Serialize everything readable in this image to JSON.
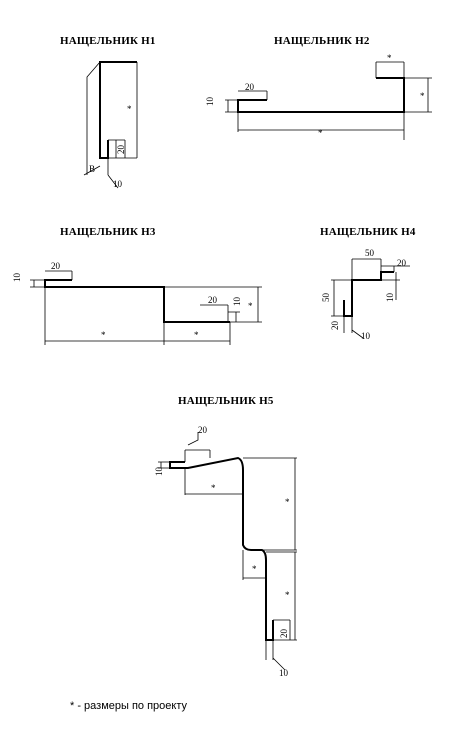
{
  "titles": {
    "n1": "НАЩЕЛЬНИК Н1",
    "n2": "НАЩЕЛЬНИК Н2",
    "n3": "НАЩЕЛЬНИК Н3",
    "n4": "НАЩЕЛЬНИК Н4",
    "n5": "НАЩЕЛЬНИК Н5"
  },
  "labels": {
    "star": "*",
    "d10": "10",
    "d20": "20",
    "d50": "50",
    "b": "B"
  },
  "footnote": "* - размеры по проекту"
}
